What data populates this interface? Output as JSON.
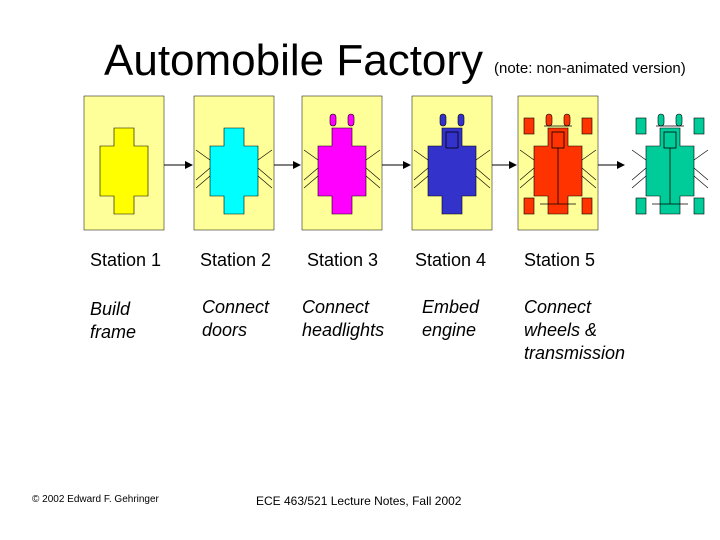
{
  "title": "Automobile Factory",
  "note": "(note: non-animated version)",
  "colors": {
    "station_bg": "#ffff99",
    "frame": "#ffff00",
    "doors": "#00ffff",
    "headlights": "#ff00ff",
    "engine": "#3333cc",
    "wheels": "#ff3300",
    "finished": "#00cc99"
  },
  "stations": [
    {
      "label": "Station 1",
      "task": "Build\nframe"
    },
    {
      "label": "Station 2",
      "task": "Connect\ndoors"
    },
    {
      "label": "Station 3",
      "task": "Connect\nheadlights"
    },
    {
      "label": "Station 4",
      "task": "Embed\nengine"
    },
    {
      "label": "Station 5",
      "task": "Connect\nwheels &\ntransmission"
    }
  ],
  "footer": {
    "left": "© 2002 Edward F. Gehringer",
    "center": "ECE 463/521 Lecture Notes, Fall 2002"
  }
}
